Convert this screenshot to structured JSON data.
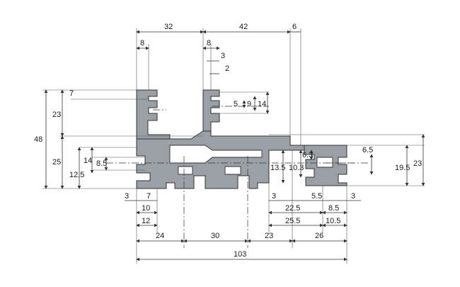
{
  "drawing": {
    "top_dimensions": [
      "32",
      "42",
      "6"
    ],
    "small_top": [
      "8",
      "8",
      "3",
      "2"
    ],
    "right_slot_dims": [
      "5",
      "9",
      "14",
      "7"
    ],
    "left_dimensions": [
      "48",
      "23",
      "25",
      "12.5",
      "14",
      "8.5"
    ],
    "center_dims": [
      "13.5",
      "10.3",
      "6.3",
      "6.5",
      "19.5",
      "23"
    ],
    "bottom_left": [
      "3",
      "7",
      "10",
      "12"
    ],
    "bottom_right": [
      "3",
      "5.5",
      "3",
      "22.5",
      "8.5",
      "25.5",
      "10.5"
    ],
    "bottom_chain": [
      "24",
      "30",
      "23",
      "26"
    ],
    "overall_width": "103"
  }
}
